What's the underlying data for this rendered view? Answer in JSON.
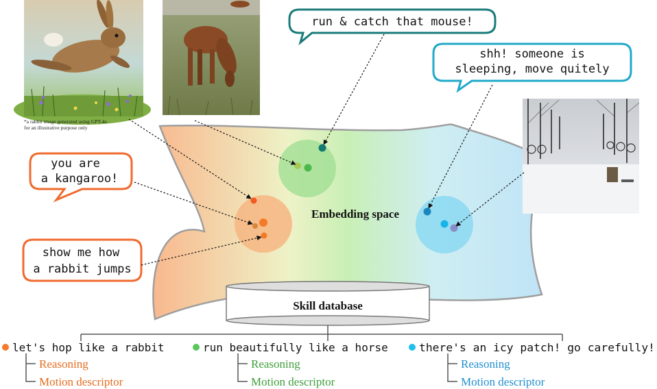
{
  "embedding_space_label": "Embedding space",
  "skill_database_label": "Skill database",
  "image_note": [
    "*a rabbit image generated using GPT-4o",
    "for an illustrative purpose only"
  ],
  "bubbles": {
    "mouse": [
      "run & catch that mouse!"
    ],
    "sleeping": [
      "shh! someone is",
      "sleeping, move quitely"
    ],
    "kangaroo": [
      "you are",
      "a kangaroo!"
    ],
    "rabbit_jump": [
      "show me how",
      "a rabbit jumps"
    ]
  },
  "skills": [
    {
      "instruction": "let's hop like a rabbit",
      "reasoning": "Reasoning",
      "motion": "Motion descriptor",
      "color": "#f47c2c"
    },
    {
      "instruction": "run beautifully like a horse",
      "reasoning": "Reasoning",
      "motion": "Motion descriptor",
      "color": "#5bc75a"
    },
    {
      "instruction": "there's an icy patch! go carefully!",
      "reasoning": "Reasoning",
      "motion": "Motion descriptor",
      "color": "#1fc0ea"
    }
  ],
  "sub_colors": [
    "#e46d1f",
    "#3f9e3c",
    "#1f8ecf"
  ],
  "bubble_colors": {
    "orange": "#f06a2d",
    "teal": "#1a7a7a",
    "cyan": "#20a9c9"
  },
  "photos": [
    "rabbit-image",
    "horse-image",
    "snow-image"
  ]
}
